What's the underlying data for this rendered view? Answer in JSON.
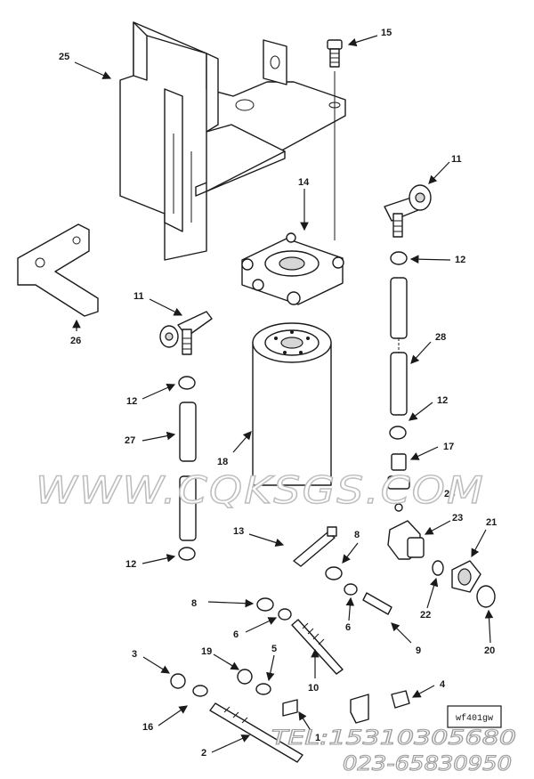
{
  "diagram": {
    "callouts": [
      "25",
      "15",
      "11",
      "14",
      "12",
      "26",
      "11",
      "28",
      "12",
      "27",
      "18",
      "17",
      "12",
      "24",
      "13",
      "8",
      "23",
      "21",
      "12",
      "8",
      "6",
      "22",
      "6",
      "9",
      "20",
      "10",
      "3",
      "19",
      "5",
      "4",
      "16",
      "1",
      "2"
    ],
    "drawing_code": "wf401gw"
  },
  "watermark": {
    "site": "WWW.CQKSGS.COM",
    "tel": "TEL:15310305680",
    "phone2": "023-65830950"
  }
}
